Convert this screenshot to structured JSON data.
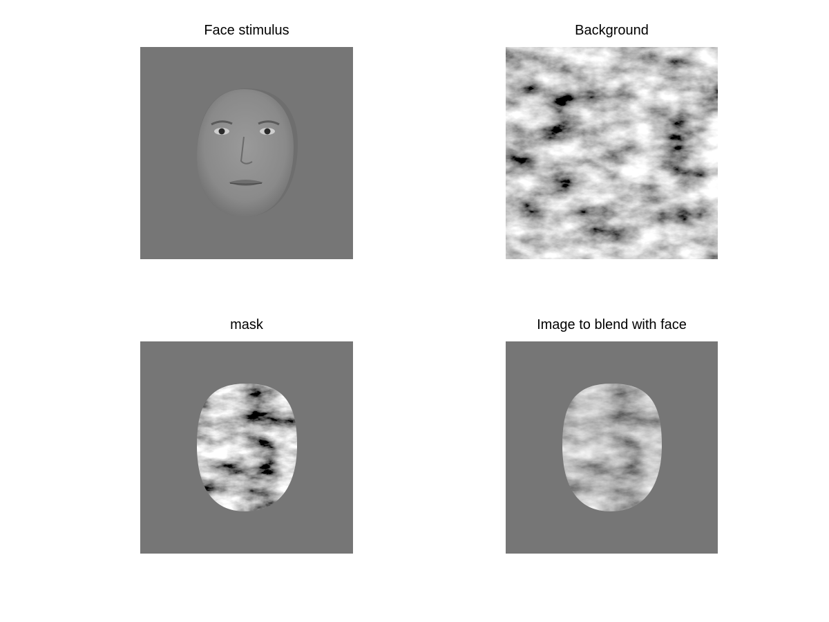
{
  "figure": {
    "panels": [
      {
        "title": "Face stimulus"
      },
      {
        "title": "Background"
      },
      {
        "title": "mask"
      },
      {
        "title": "Image to blend with face"
      }
    ]
  },
  "colors": {
    "figure_background": "#ffffff",
    "image_gray": "#767676"
  }
}
